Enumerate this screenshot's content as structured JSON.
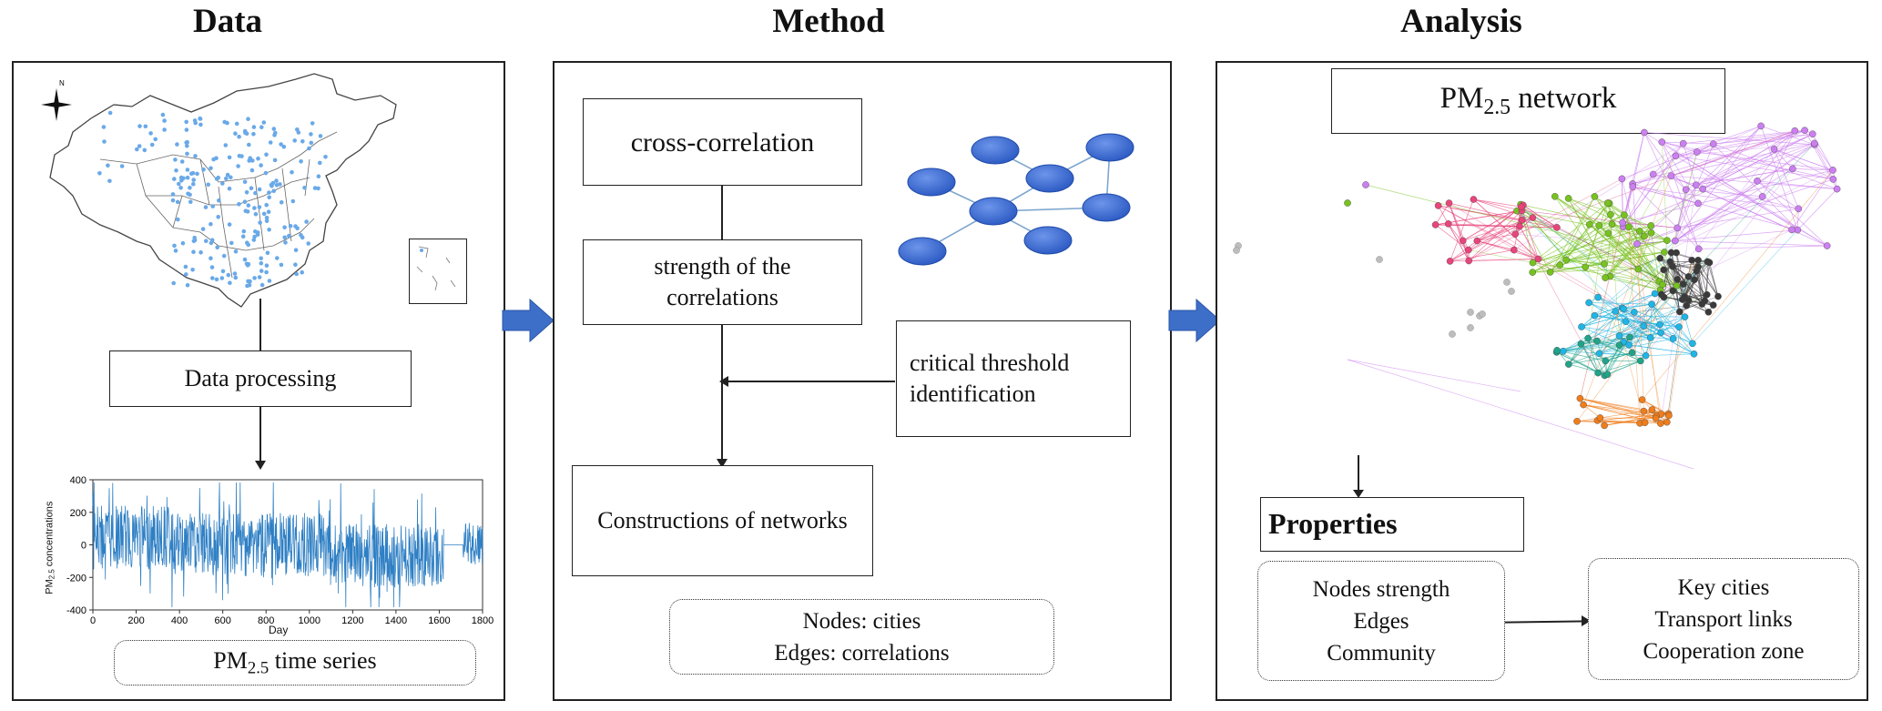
{
  "headers": {
    "data": "Data",
    "method": "Method",
    "analysis": "Analysis"
  },
  "data_panel": {
    "processing_label": "Data processing",
    "series_label_main": "PM",
    "series_label_sub": "2.5",
    "series_label_tail": " time series",
    "map_dot_color": "#6aa9e8",
    "chart": {
      "ylabel": "PM",
      "ylabel_sub": "2.5",
      "ylabel_tail": " concentrations",
      "xlabel": "Day",
      "x_ticks": [
        "0",
        "200",
        "400",
        "600",
        "800",
        "1000",
        "1200",
        "1400",
        "1600",
        "1800"
      ],
      "y_ticks": [
        "400",
        "200",
        "0",
        "-200",
        "-400"
      ],
      "line_color": "#2e7fc4"
    }
  },
  "method_panel": {
    "step1": "cross-correlation",
    "step2_line1": "strength of the",
    "step2_line2": "correlations",
    "step3_line1": "critical threshold",
    "step3_line2": "identification",
    "step4": "Constructions of networks",
    "legend_line1": "Nodes: cities",
    "legend_line2": "Edges: correlations",
    "node_color": "#3a6fd4"
  },
  "analysis_panel": {
    "network_title_main": "PM",
    "network_title_sub": "2.5",
    "network_title_tail": " network",
    "properties_label": "Properties",
    "props": [
      "Nodes strength",
      "Edges",
      "Community"
    ],
    "outcomes": [
      "Key cities",
      "Transport links",
      "Cooperation zone"
    ],
    "community_colors": [
      "#cc7ff0",
      "#77c21f",
      "#e8457a",
      "#3a3a3a",
      "#1fb5e6",
      "#ef7d1c",
      "#20a489",
      "#bdbdbd"
    ]
  },
  "arrow_color": "#3d6fc9"
}
